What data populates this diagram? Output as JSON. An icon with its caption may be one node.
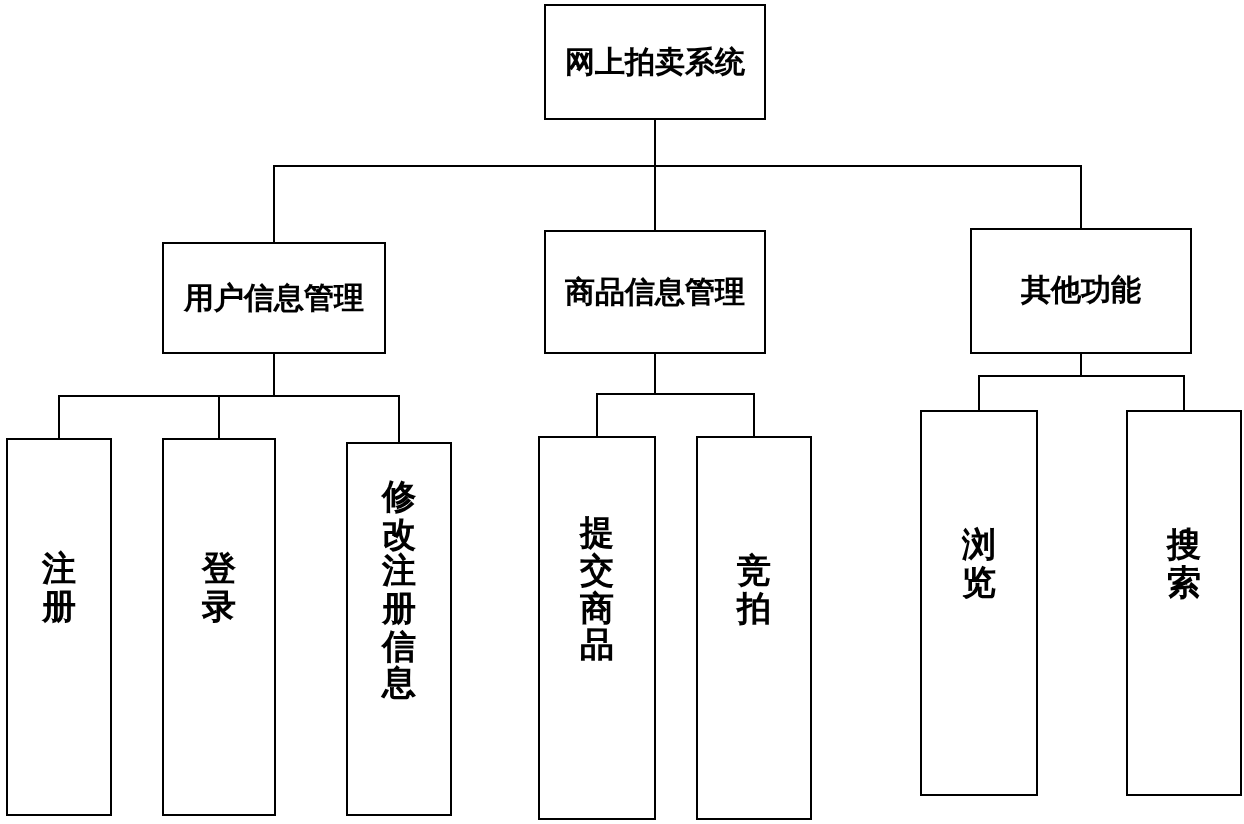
{
  "diagram": {
    "nodes": [
      {
        "text": [
          "网上拍卖系统"
        ]
      },
      {
        "text": [
          "用户信息管理"
        ]
      },
      {
        "text": [
          "商品信息管理"
        ]
      },
      {
        "text": [
          "其他功能"
        ]
      },
      {
        "text": [
          "注册"
        ]
      },
      {
        "text": [
          "登录"
        ]
      },
      {
        "text": [
          "修改注册信息"
        ]
      },
      {
        "text": [
          "提交商品"
        ]
      },
      {
        "text": [
          "竞拍"
        ]
      },
      {
        "text": [
          "浏览"
        ]
      },
      {
        "text": [
          "搜索"
        ]
      }
    ],
    "edges": [
      {
        "from": 0,
        "to": 1,
        "arrow": "none"
      },
      {
        "from": 0,
        "to": 2,
        "arrow": "none"
      },
      {
        "from": 0,
        "to": 3,
        "arrow": "none"
      },
      {
        "from": 1,
        "to": 4,
        "arrow": "none"
      },
      {
        "from": 1,
        "to": 5,
        "arrow": "none"
      },
      {
        "from": 1,
        "to": 6,
        "arrow": "none"
      },
      {
        "from": 2,
        "to": 7,
        "arrow": "none"
      },
      {
        "from": 2,
        "to": 8,
        "arrow": "none"
      },
      {
        "from": 3,
        "to": 9,
        "arrow": "none"
      },
      {
        "from": 3,
        "to": 10,
        "arrow": "none"
      }
    ]
  }
}
